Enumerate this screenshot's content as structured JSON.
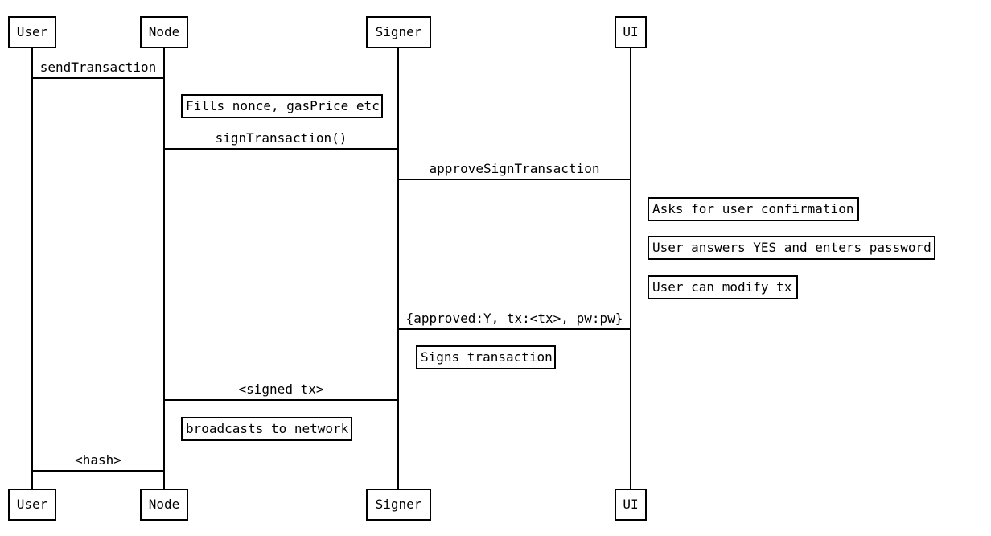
{
  "diagram": {
    "title": "Transaction signing sequence diagram",
    "background_color": "#ffffff",
    "line_color": "#000000",
    "text_color": "#000000"
  },
  "actors": [
    {
      "name": "User"
    },
    {
      "name": "Node"
    },
    {
      "name": "Signer"
    },
    {
      "name": "UI"
    }
  ],
  "messages": [
    {
      "label": "sendTransaction",
      "from": "User",
      "to": "Node"
    },
    {
      "label": "signTransaction()",
      "from": "Node",
      "to": "Signer"
    },
    {
      "label": "approveSignTransaction",
      "from": "Signer",
      "to": "UI"
    },
    {
      "label": "{approved:Y, tx:<tx>, pw:pw}",
      "from": "UI",
      "to": "Signer"
    },
    {
      "label": "<signed tx>",
      "from": "Signer",
      "to": "Node"
    },
    {
      "label": "<hash>",
      "from": "Node",
      "to": "User"
    }
  ],
  "notes": [
    {
      "text": "Fills nonce, gasPrice etc",
      "actor": "Node"
    },
    {
      "text": "Asks for user confirmation",
      "actor": "UI"
    },
    {
      "text": "User answers YES and enters password",
      "actor": "UI"
    },
    {
      "text": "User can modify tx",
      "actor": "UI"
    },
    {
      "text": "Signs transaction",
      "actor": "Signer"
    },
    {
      "text": "broadcasts to network",
      "actor": "Node"
    }
  ]
}
